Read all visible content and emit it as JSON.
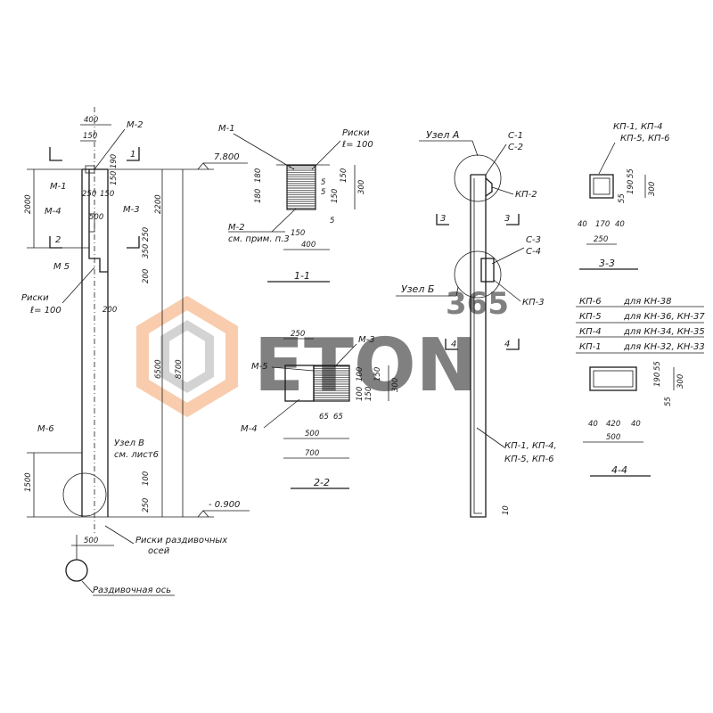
{
  "column_elevation": {
    "dims": {
      "top_width": "400",
      "top_150": "150",
      "left_2000": "2000",
      "cut_250": "250",
      "cut_150": "150",
      "right_150_190": "150 190",
      "h_500": "500",
      "v_350_250": "350 250",
      "v_200a": "200",
      "v_200b": "200",
      "v_2200": "2200",
      "v_6500": "6500",
      "v_8700": "8700",
      "left_1500": "1500",
      "v_100": "100",
      "v_250": "250",
      "bottom_500": "500"
    },
    "level_top": "7.800",
    "level_bottom": "- 0.900",
    "cuts": {
      "c1": "1",
      "c2": "2"
    },
    "labels": {
      "m2": "М-2",
      "m1": "М-1",
      "m4": "М-4",
      "m3": "М-3",
      "m5": "М 5",
      "m6": "М-6",
      "riski": "Риски",
      "riski_step": "ℓ= 100",
      "node_v": "Узел В",
      "node_v_ref": "см. лист6",
      "riski_axes_1": "Риски раздивочных",
      "riski_axes_2": "осей",
      "axis_label": "Раздивочная ось"
    }
  },
  "section_1_1": {
    "title": "1-1",
    "labels": {
      "m1": "М-1",
      "m2": "М-2",
      "note": "см. прим. п.3",
      "riski": "Риски",
      "riski_step": "ℓ= 100"
    },
    "dims": {
      "left_180a": "180",
      "left_180b": "180",
      "r_5a": "5",
      "r_5b": "5",
      "r_150a": "150",
      "r_150b": "150",
      "r_300": "300",
      "b_150": "150",
      "b_5": "5",
      "b_400": "400"
    }
  },
  "section_2_2": {
    "title": "2-2",
    "labels": {
      "m3": "М-3",
      "m5": "М-5",
      "m4": "М-4"
    },
    "dims": {
      "top_250": "250",
      "v_100a": "100",
      "v_100b": "100",
      "v_150a": "150",
      "v_150b": "150",
      "v_300": "300",
      "b_65a": "65",
      "b_65b": "65",
      "b_500": "500",
      "b_700": "700"
    }
  },
  "column_side": {
    "labels": {
      "node_a": "Узел А",
      "node_b": "Узел Б",
      "c1": "С-1",
      "c2": "С-2",
      "kp2": "КП-2",
      "c3": "С-3",
      "c4": "С-4",
      "kp3": "КП-3",
      "kp_list_1": "КП-1, КП-4,",
      "kp_list_2": "КП-5, КП-6"
    },
    "cuts": {
      "c3": "3",
      "c4": "4"
    },
    "dim_10": "10"
  },
  "section_3_3": {
    "title": "3-3",
    "labels": {
      "line1": "КП-1, КП-4",
      "line2": "КП-5, КП-6"
    },
    "dims": {
      "v_55a": "55",
      "v_190": "190",
      "v_55b": "55",
      "v_300": "300",
      "b_40a": "40",
      "b_170": "170",
      "b_40b": "40",
      "b_250": "250"
    }
  },
  "legend_table": {
    "rows": [
      {
        "plate": "КП-6",
        "use": "для  КН-38"
      },
      {
        "plate": "КП-5",
        "use": "для  КН-36, КН-37"
      },
      {
        "plate": "КП-4",
        "use": "для  КН-34, КН-35"
      },
      {
        "plate": "КП-1",
        "use": "для  КН-32, КН-33"
      }
    ]
  },
  "section_4_4": {
    "title": "4-4",
    "dims": {
      "v_55a": "55",
      "v_190": "190",
      "v_55b": "55",
      "v_300": "300",
      "b_40a": "40",
      "b_420": "420",
      "b_40b": "40",
      "b_500": "500"
    }
  },
  "watermark": {
    "text": "ETON",
    "sub": "365",
    "color": "#f4a46a"
  }
}
